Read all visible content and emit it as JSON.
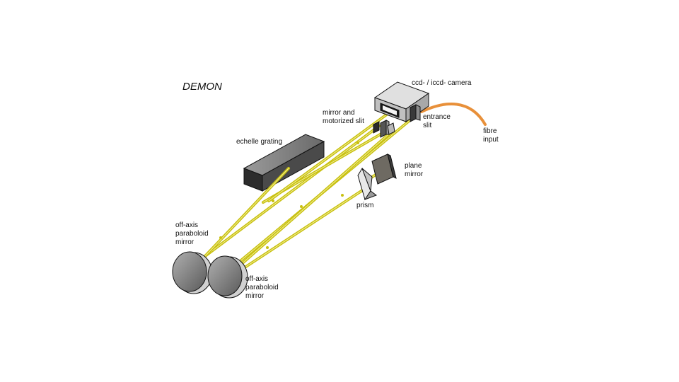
{
  "title": "DEMON",
  "labels": {
    "camera": "ccd- / iccd- camera",
    "mirror_slit_line1": "mirror and",
    "mirror_slit_line2": "motorized slit",
    "entrance_line1": "entrance",
    "entrance_line2": "slit",
    "fibre_line1": "fibre",
    "fibre_line2": "input",
    "echelle": "echelle grating",
    "plane_line1": "plane",
    "plane_line2": "mirror",
    "prism": "prism",
    "oap1_line1": "off-axis",
    "oap1_line2": "paraboloid",
    "oap1_line3": "mirror",
    "oap2_line1": "off-axis",
    "oap2_line2": "paraboloid",
    "oap2_line3": "mirror"
  },
  "colors": {
    "beam": "#c8c010",
    "beam_highlight": "#f2ef9a",
    "fibre": "#e8903a",
    "camera_body": "#c8c8c8",
    "grating": "#3a3a3a",
    "mirror_face": "#8a8a8a"
  }
}
